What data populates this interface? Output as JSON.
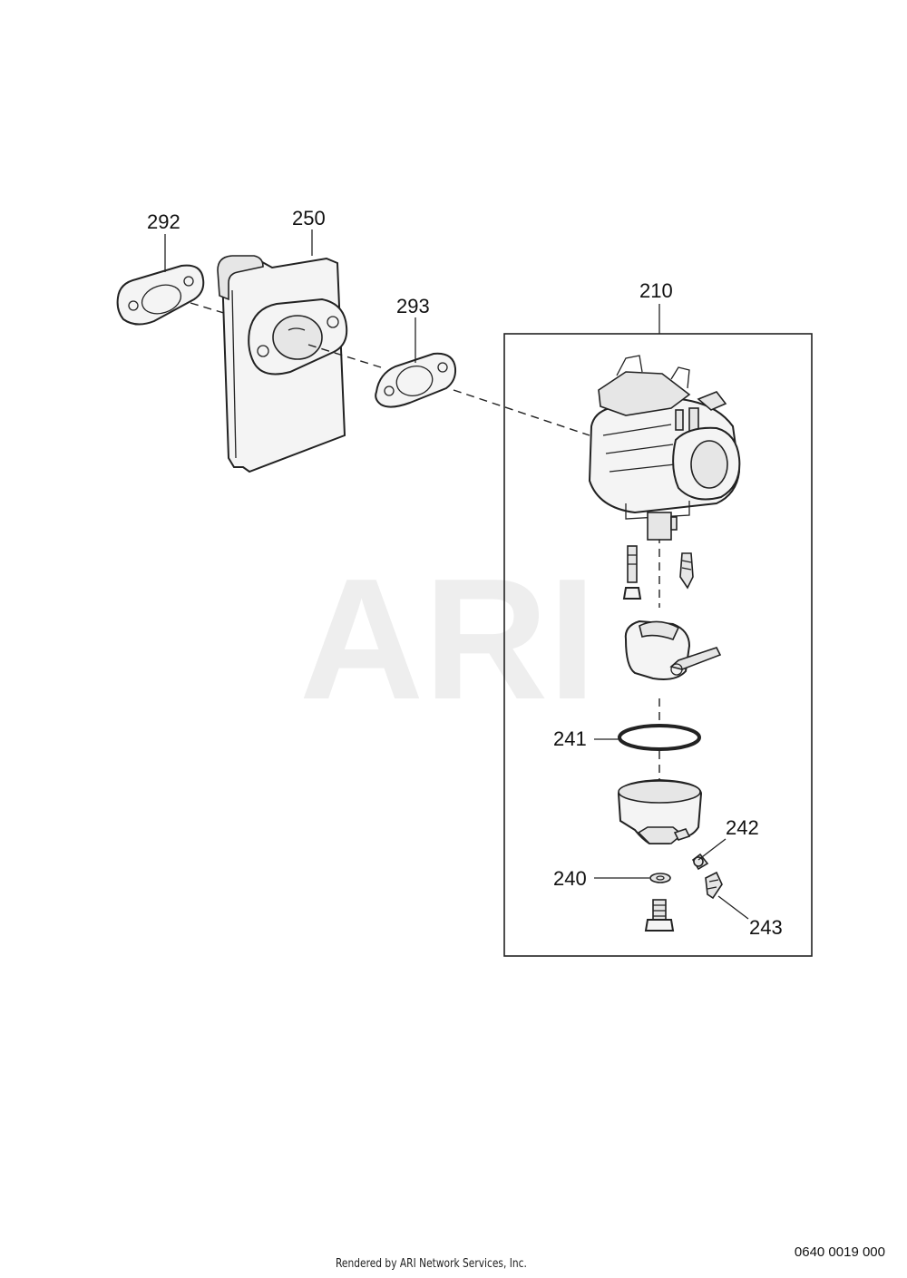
{
  "watermark": "ARI",
  "callouts": {
    "c292": "292",
    "c250": "250",
    "c293": "293",
    "c210": "210",
    "c241": "241",
    "c242": "242",
    "c240": "240",
    "c243": "243"
  },
  "footer": {
    "credit": "Rendered by ARI Network Services, Inc.",
    "code": "0640 0019 000"
  }
}
